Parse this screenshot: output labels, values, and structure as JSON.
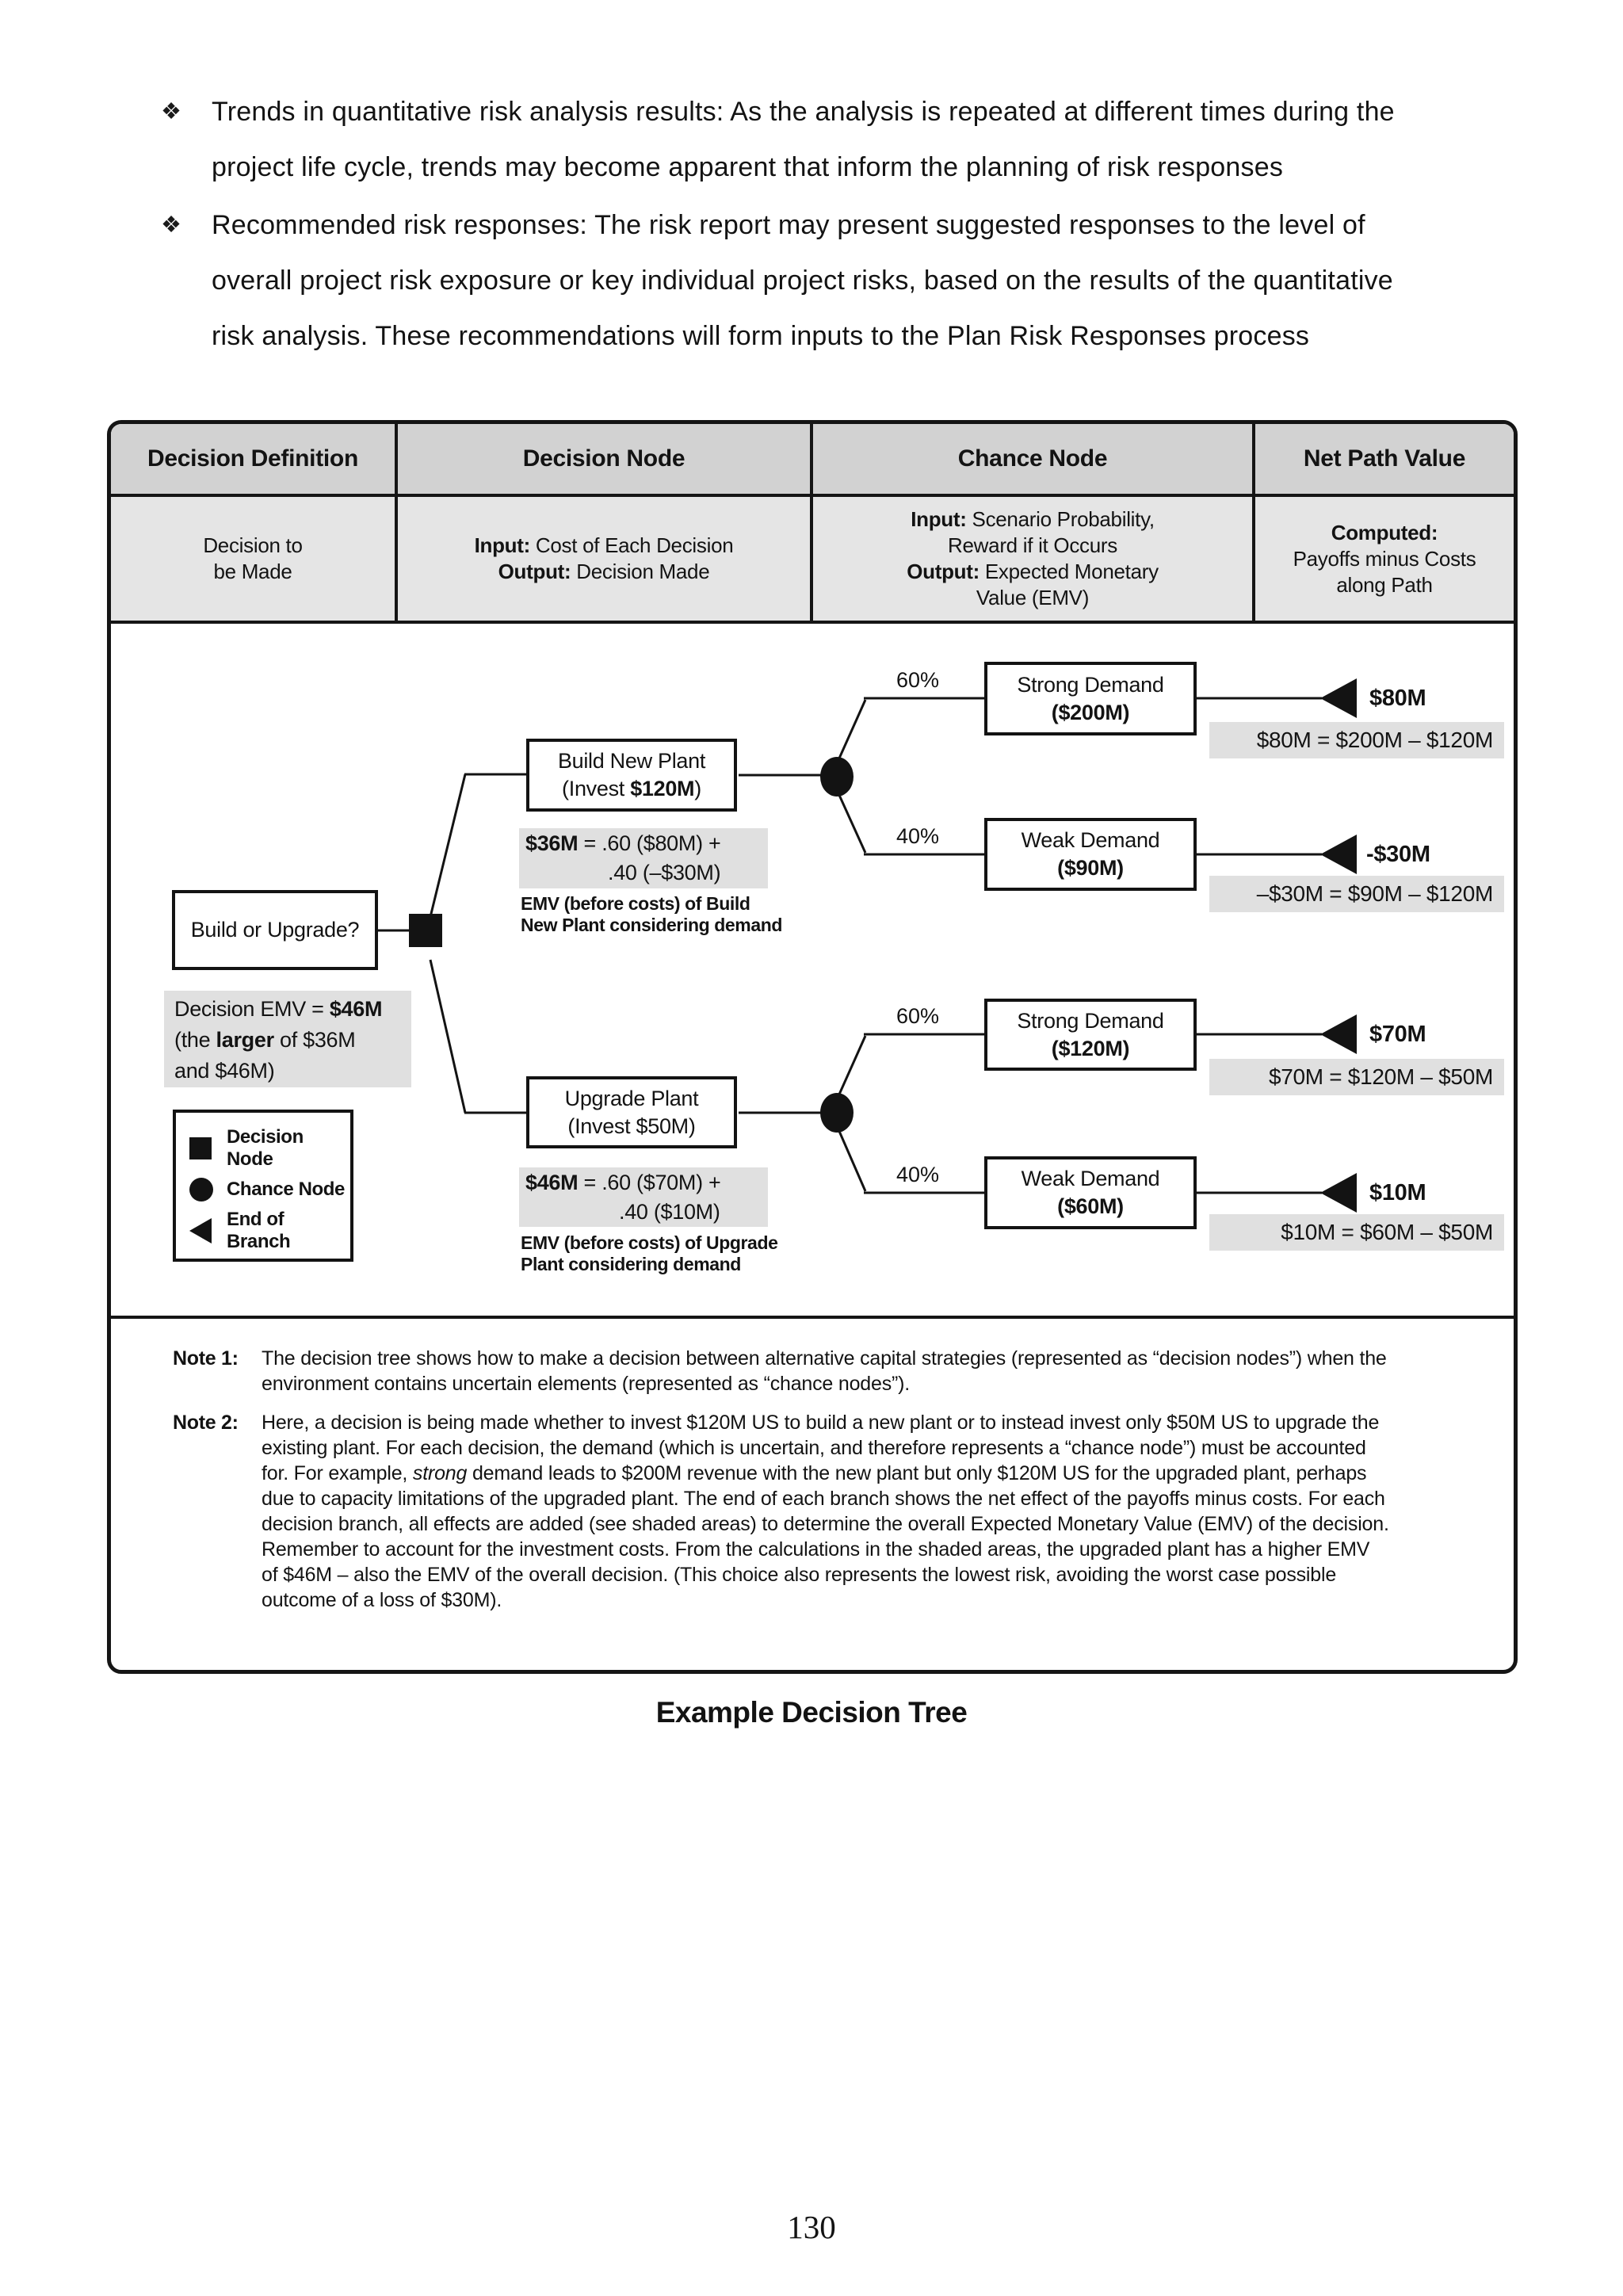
{
  "colors": {
    "ink": "#131313",
    "header_bg": "#d2d2d2",
    "definition_bg": "#e5e5e5",
    "shade_bg": "#e0e0e0",
    "page_bg": "#ffffff"
  },
  "page": {
    "bullets": [
      {
        "symbol": "❖",
        "lines": [
          "Trends in quantitative risk analysis results: As the analysis is repeated at different times during the",
          "project life cycle, trends may become apparent that inform the planning of risk responses"
        ]
      },
      {
        "symbol": "❖",
        "lines": [
          "Recommended risk responses: The risk report may present suggested responses to the level of",
          "overall project risk exposure or key individual project risks, based on the results of the quantitative",
          "risk analysis. These recommendations will form inputs to the Plan Risk Responses process"
        ]
      }
    ],
    "figure_caption": "Example Decision Tree",
    "page_number": "130"
  },
  "table": {
    "columns": [
      {
        "title": "Decision Definition",
        "body_line1": "Decision to",
        "body_line2": "be Made"
      },
      {
        "title": "Decision Node",
        "input_label": "Input:",
        "input_text": " Cost of Each Decision",
        "output_label": "Output:",
        "output_text": " Decision Made"
      },
      {
        "title": "Chance Node",
        "input_label": "Input:",
        "input_text": " Scenario Probability,",
        "input_text2": "Reward if it Occurs",
        "output_label": "Output:",
        "output_text": " Expected Monetary",
        "output_text2": "Value (EMV)"
      },
      {
        "title": "Net Path Value",
        "computed_label": "Computed:",
        "body_line1": "Payoffs minus Costs",
        "body_line2": "along Path"
      }
    ]
  },
  "tree": {
    "root_label": "Build or Upgrade?",
    "decision_emv": {
      "l1_pre": "Decision EMV = ",
      "l1_bold": "$46M",
      "l2_pre": "(the ",
      "l2_bold": "larger",
      "l2_post": " of $36M",
      "l3": "and $46M)"
    },
    "legend": {
      "items": [
        {
          "label": "Decision Node"
        },
        {
          "label": "Chance Node"
        },
        {
          "label": "End of Branch"
        }
      ]
    },
    "build": {
      "node_line1": "Build New Plant",
      "node_line2_pre": "(Invest ",
      "node_line2_bold": "$120M",
      "node_line2_post": ")",
      "emv_bold": "$36M",
      "emv_rest": " = .60 ($80M) +",
      "emv_line2": ".40 (–$30M)",
      "emv_caption_l1": "EMV (before costs) of Build",
      "emv_caption_l2": "New Plant considering demand",
      "branches": [
        {
          "prob": "60%",
          "node_line1": "Strong Demand",
          "node_line2": "($200M)",
          "end_value": "$80M",
          "equation": "$80M = $200M – $120M"
        },
        {
          "prob": "40%",
          "node_line1": "Weak Demand",
          "node_line2": "($90M)",
          "end_value": "-$30M",
          "equation": "–$30M = $90M – $120M"
        }
      ]
    },
    "upgrade": {
      "node_line1": "Upgrade Plant",
      "node_line2": "(Invest $50M)",
      "emv_bold": "$46M",
      "emv_rest": " = .60 ($70M) +",
      "emv_line2": ".40 ($10M)",
      "emv_caption_l1": "EMV (before costs) of Upgrade",
      "emv_caption_l2": "Plant considering demand",
      "branches": [
        {
          "prob": "60%",
          "node_line1": "Strong Demand",
          "node_line2": "($120M)",
          "end_value": "$70M",
          "equation": "$70M = $120M – $50M"
        },
        {
          "prob": "40%",
          "node_line1": "Weak Demand",
          "node_line2": "($60M)",
          "end_value": "$10M",
          "equation": "$10M = $60M – $50M"
        }
      ]
    }
  },
  "notes": {
    "note1_label": "Note 1:",
    "note1_text": "The decision tree shows how to make a decision between alternative capital strategies (represented as “decision nodes”) when the environment contains uncertain elements (represented as “chance nodes”).",
    "note2_label": "Note 2:",
    "note2_p1": "Here, a decision is being made whether to invest $120M US to build a new plant or to instead invest only $50M US to upgrade the existing plant. For each decision, the demand (which is uncertain, and therefore represents a “chance node”) must be accounted for. For example, ",
    "note2_italic": "strong",
    "note2_p2": " demand leads to $200M revenue with the new plant but only $120M US for the upgraded plant, perhaps due to capacity limitations of the upgraded plant. The end of each branch shows the net effect of the payoffs minus costs. For each decision branch, all effects are added (see shaded areas) to determine the overall Expected Monetary Value (EMV) of the decision. Remember to account for the investment costs. From the calculations in the shaded areas, the upgraded plant has a higher EMV of $46M – also the EMV of the overall decision. (This choice also represents the lowest risk, avoiding the worst case possible outcome of a loss of $30M)."
  }
}
